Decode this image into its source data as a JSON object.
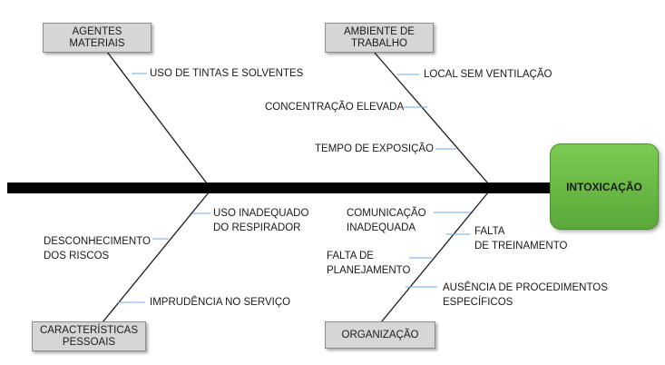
{
  "effect": "INTOXICAÇÃO",
  "categories": [
    {
      "name_l1": "AGENTES",
      "name_l2": "MATERIAIS"
    },
    {
      "name_l1": "AMBIENTE DE",
      "name_l2": "TRABALHO"
    },
    {
      "name_l1": "CARACTERÍSTICAS",
      "name_l2": "PESSOAIS"
    },
    {
      "name_l1": "ORGANIZAÇÃO",
      "name_l2": ""
    }
  ],
  "causes": {
    "agentes": [
      "USO DE TINTAS E SOLVENTES"
    ],
    "ambiente": [
      "LOCAL SEM VENTILAÇÃO",
      "CONCENTRAÇÃO ELEVADA",
      "TEMPO DE EXPOSIÇÃO"
    ],
    "caracteristicas": [
      {
        "l1": "USO INADEQUADO",
        "l2": "DO RESPIRADOR"
      },
      {
        "l1": "DESCONHECIMENTO",
        "l2": "DOS RISCOS"
      },
      {
        "l1": "IMPRUDÊNCIA NO SERVIÇO",
        "l2": ""
      }
    ],
    "organizacao": [
      {
        "l1": "COMUNICAÇÃO",
        "l2": "INADEQUADA"
      },
      {
        "l1": "FALTA",
        "l2": "DE TREINAMENTO"
      },
      {
        "l1": "FALTA DE",
        "l2": "PLANEJAMENTO"
      },
      {
        "l1": "AUSÊNCIA DE PROCEDIMENTOS",
        "l2": "ESPECÍFICOS"
      }
    ]
  },
  "colors": {
    "spine": "#000000",
    "bones": "#1a1a1a",
    "connectors": "#6fa8dc",
    "effect_fill": "#6ab845",
    "category_fill": "#d6d6d6"
  }
}
